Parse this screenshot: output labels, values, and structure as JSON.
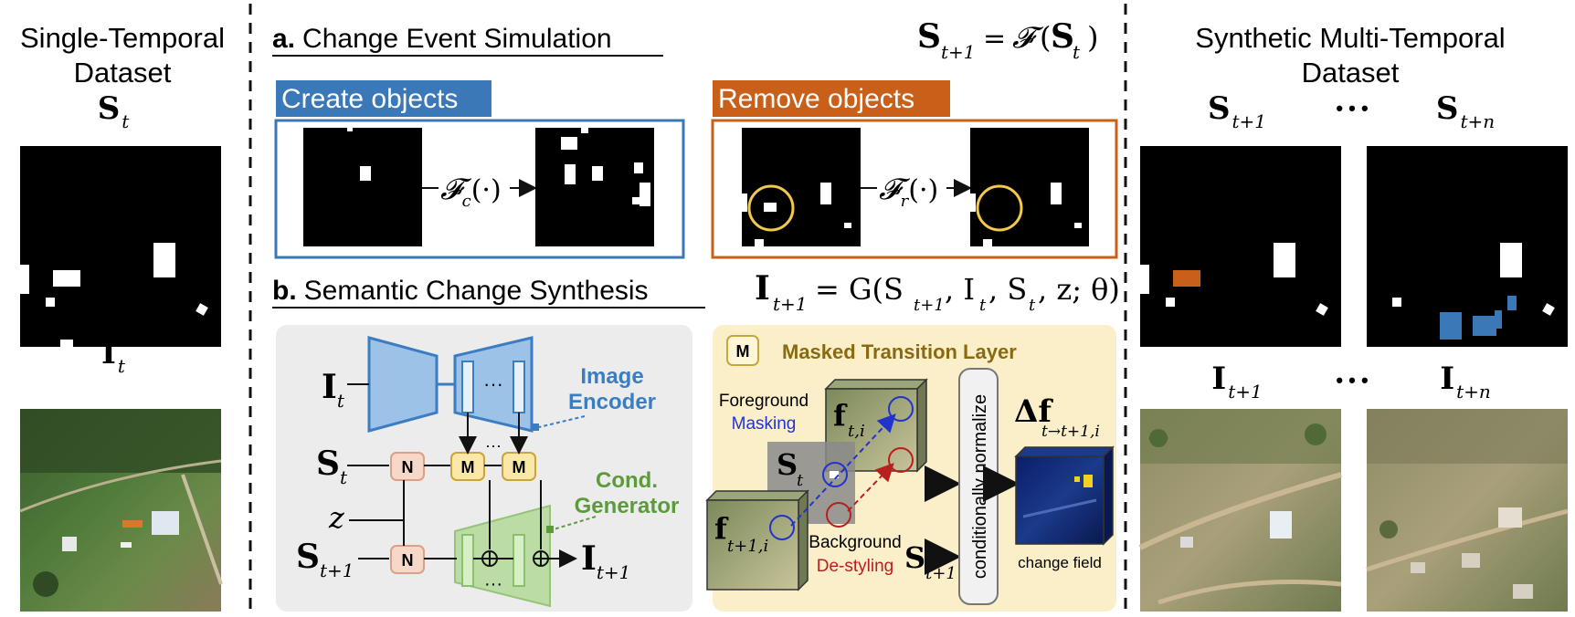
{
  "left": {
    "title_line1": "Single-Temporal",
    "title_line2": "Dataset",
    "mask_symbol": "S",
    "mask_sub": "t",
    "image_symbol": "I",
    "image_sub": "t"
  },
  "right": {
    "title_line1": "Synthetic Multi-Temporal",
    "title_line2": "Dataset",
    "mask_a_symbol": "S",
    "mask_a_sub": "t+1",
    "mask_b_symbol": "S",
    "mask_b_sub": "t+n",
    "image_a_symbol": "I",
    "image_a_sub": "t+1",
    "image_b_symbol": "I",
    "image_b_sub": "t+n",
    "ellipsis": "• • •"
  },
  "section_a": {
    "label_bold": "a.",
    "label": "Change Event Simulation",
    "formula_lhs": "S",
    "formula_lhs_sub": "t+1",
    "formula_eq": "=",
    "formula_func": "𝓕",
    "formula_arg": "S",
    "formula_arg_sub": "t",
    "create_title": "Create objects",
    "remove_title": "Remove objects",
    "fc_label": "𝓕",
    "fc_sub": "c",
    "fr_label": "𝓕",
    "fr_sub": "r",
    "fn_arg": "(·)"
  },
  "section_b": {
    "label_bold": "b.",
    "label": "Semantic Change Synthesis",
    "formula_lhs": "I",
    "formula_lhs_sub": "t+1",
    "formula_rhs": "= G(S",
    "formula_rhs_sub1": "t+1",
    "formula_rhs_mid": ", I",
    "formula_rhs_sub2": "t",
    "formula_rhs_mid2": ", S",
    "formula_rhs_sub3": "t",
    "formula_rhs_end": ", z; θ)"
  },
  "generator": {
    "in_image": "I",
    "in_image_sub": "t",
    "in_mask": "S",
    "in_mask_sub": "t",
    "in_noise": "z",
    "in_mask_next": "S",
    "in_mask_next_sub": "t+1",
    "out_image": "I",
    "out_image_sub": "t+1",
    "norm_label": "N",
    "masked_label": "M",
    "encoder_line1": "Image",
    "encoder_line2": "Encoder",
    "cond_line1": "Cond.",
    "cond_line2": "Generator",
    "dots": "···",
    "plus": "⊕"
  },
  "mtl": {
    "badge": "M",
    "title": "Masked Transition Layer",
    "fg_line1": "Foreground",
    "fg_line2": "Masking",
    "bg_line1": "Background",
    "bg_line2": "De-styling",
    "feat_a": "f",
    "feat_a_sub": "t,i",
    "feat_b": "f",
    "feat_b_sub": "t+1,i",
    "mask_s": "S",
    "mask_s_sub": "t",
    "mask_s2": "S",
    "mask_s2_sub": "t+1",
    "normalize": "conditionally normalize",
    "delta": "Δf",
    "delta_sub": "t→t+1,i",
    "field_label": "change field"
  },
  "colors": {
    "create_blue": "#3a78b8",
    "remove_orange": "#c8601a",
    "encoder_blue": "#3b7dc0",
    "generator_green": "#5b9b3a",
    "mtl_bg": "#fbefc9",
    "mtl_title": "#8a6a10",
    "gray_panel": "#ececec",
    "foreground_blue": "#2233cc",
    "background_red": "#b81f1f"
  }
}
